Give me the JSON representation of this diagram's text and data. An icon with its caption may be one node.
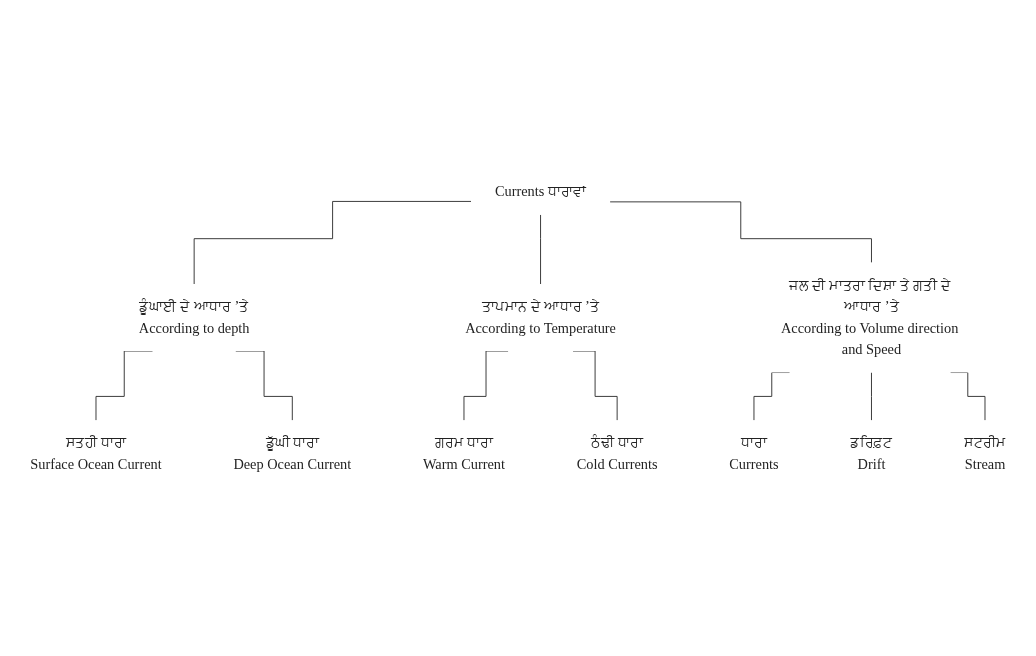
{
  "diagram": {
    "nodes": [
      {
        "text": [
          "Currents ਧਾਰਾਵਾਂ"
        ]
      },
      {
        "text": [
          "ਡੂੰਘਾਈ ਦੇ ਆਧਾਰ ’ਤੇ",
          "According to depth"
        ]
      },
      {
        "text": [
          "ਤਾਪਮਾਨ ਦੇ ਆਧਾਰ ’ਤੇ",
          "According to Temperature"
        ]
      },
      {
        "text": [
          "ਜਲ ਦੀ ਮਾਤਰਾ ਦਿਸ਼ਾ ਤੇ ਗਤੀ ਦੇ ਆਧਾਰ ’ਤੇ",
          "According to Volume direction and Speed"
        ]
      },
      {
        "text": [
          "ਸਤਹੀ ਧਾਰਾ",
          "Surface Ocean Current"
        ]
      },
      {
        "text": [
          "ਡੂੱਘੀ ਧਾਰਾ",
          "Deep Ocean Current"
        ]
      },
      {
        "text": [
          "ਗਰਮ ਧਾਰਾ",
          "Warm Current"
        ]
      },
      {
        "text": [
          "ਠੰਢੀ ਧਾਰਾ",
          "Cold Currents"
        ]
      },
      {
        "text": [
          "ਧਾਰਾ",
          "Currents"
        ]
      },
      {
        "text": [
          "ਡਰਿਫ਼ਟ",
          "Drift"
        ]
      },
      {
        "text": [
          "ਸਟਰੀਮ",
          "Stream"
        ]
      }
    ],
    "edges": [
      {
        "from": 0,
        "to": 1,
        "arrow": "none"
      },
      {
        "from": 0,
        "to": 2,
        "arrow": "none"
      },
      {
        "from": 0,
        "to": 3,
        "arrow": "none"
      },
      {
        "from": 1,
        "to": 4,
        "arrow": "none"
      },
      {
        "from": 1,
        "to": 5,
        "arrow": "none"
      },
      {
        "from": 2,
        "to": 6,
        "arrow": "none"
      },
      {
        "from": 2,
        "to": 7,
        "arrow": "none"
      },
      {
        "from": 3,
        "to": 8,
        "arrow": "none"
      },
      {
        "from": 3,
        "to": 9,
        "arrow": "none"
      },
      {
        "from": 3,
        "to": 10,
        "arrow": "none"
      }
    ]
  }
}
